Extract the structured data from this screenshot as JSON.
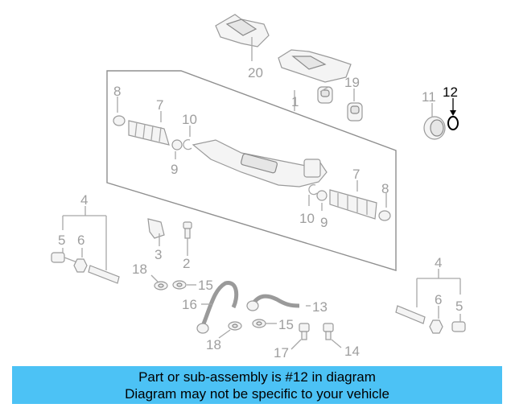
{
  "diagram": {
    "callouts": [
      {
        "id": "1",
        "label": "1"
      },
      {
        "id": "2",
        "label": "2"
      },
      {
        "id": "3",
        "label": "3"
      },
      {
        "id": "4a",
        "label": "4"
      },
      {
        "id": "4b",
        "label": "4"
      },
      {
        "id": "5a",
        "label": "5"
      },
      {
        "id": "5b",
        "label": "5"
      },
      {
        "id": "6a",
        "label": "6"
      },
      {
        "id": "6b",
        "label": "6"
      },
      {
        "id": "7a",
        "label": "7"
      },
      {
        "id": "7b",
        "label": "7"
      },
      {
        "id": "8a",
        "label": "8"
      },
      {
        "id": "8b",
        "label": "8"
      },
      {
        "id": "9a",
        "label": "9"
      },
      {
        "id": "9b",
        "label": "9"
      },
      {
        "id": "10a",
        "label": "10"
      },
      {
        "id": "10b",
        "label": "10"
      },
      {
        "id": "11",
        "label": "11"
      },
      {
        "id": "12",
        "label": "12",
        "highlighted": true
      },
      {
        "id": "13",
        "label": "13"
      },
      {
        "id": "14",
        "label": "14"
      },
      {
        "id": "15a",
        "label": "15"
      },
      {
        "id": "15b",
        "label": "15"
      },
      {
        "id": "16",
        "label": "16"
      },
      {
        "id": "17",
        "label": "17"
      },
      {
        "id": "18a",
        "label": "18"
      },
      {
        "id": "18b",
        "label": "18"
      },
      {
        "id": "19",
        "label": "19"
      },
      {
        "id": "20",
        "label": "20"
      }
    ],
    "colors": {
      "highlight": "#000000",
      "callout": "#9e9e9e",
      "banner": "#4cc2f5"
    }
  },
  "notice": {
    "line1": "Part or sub-assembly is #12 in diagram",
    "line2": "Diagram may not be specific to your vehicle"
  }
}
